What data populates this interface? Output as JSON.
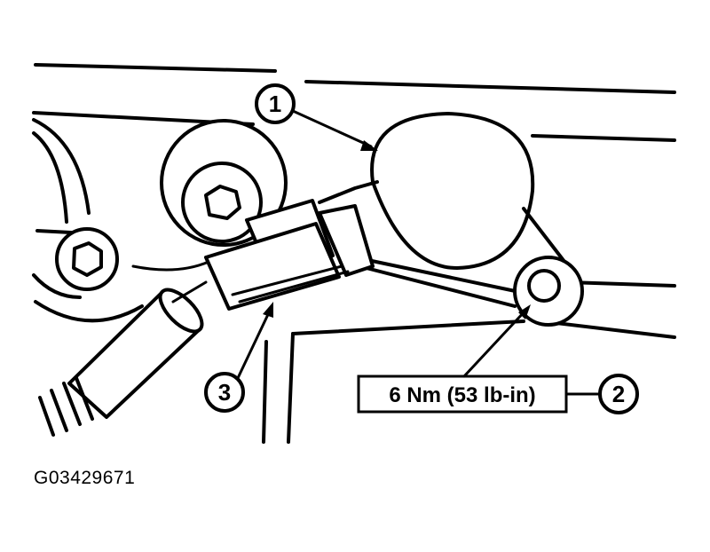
{
  "callouts": {
    "one": "1",
    "two": "2",
    "three": "3"
  },
  "torque_spec": "6 Nm (53 lb-in)",
  "figure_id": "G03429671"
}
